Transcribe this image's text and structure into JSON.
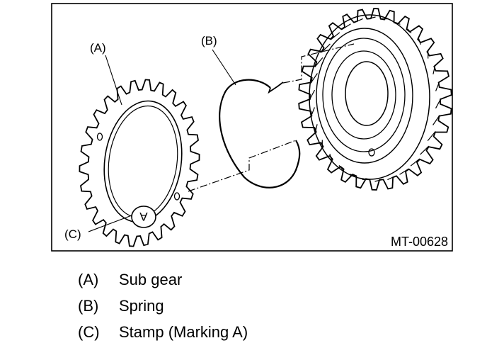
{
  "callouts": {
    "a": "(A)",
    "b": "(B)",
    "c": "(C)"
  },
  "stamp_letter": "A",
  "figure_id": "MT-00628",
  "legend": [
    {
      "key": "(A)",
      "desc": "Sub gear"
    },
    {
      "key": "(B)",
      "desc": "Spring"
    },
    {
      "key": "(C)",
      "desc": "Stamp (Marking A)"
    }
  ]
}
